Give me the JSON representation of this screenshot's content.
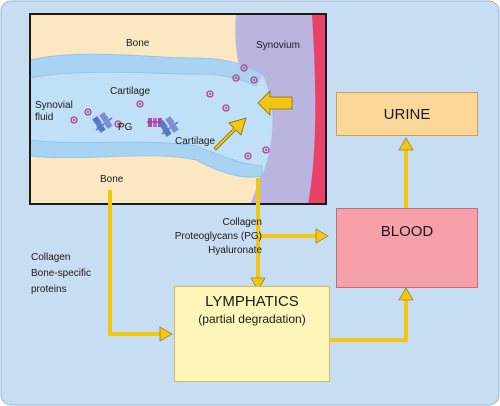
{
  "joint": {
    "bone_top": "Bone",
    "bone_bottom": "Bone",
    "synovium": "Synovium",
    "cartilage_top": "Cartilage",
    "cartilage_bottom": "Cartilage",
    "synovial_fluid_line1": "Synovial",
    "synovial_fluid_line2": "fluid",
    "pg": "PG"
  },
  "flows": {
    "bone_to_lymph_line1": "Collagen",
    "bone_to_lymph_line2": "Bone-specific",
    "bone_to_lymph_line3": "proteins",
    "joint_out_line1": "Collagen",
    "joint_out_line2": "Proteoglycans (PG)",
    "joint_out_line3": "Hyaluronate"
  },
  "boxes": {
    "urine": "URINE",
    "blood": "BLOOD",
    "lymphatics_title": "LYMPHATICS",
    "lymphatics_sub": "(partial degradation)"
  },
  "colors": {
    "background": "#c6ddf2",
    "bone": "#fbe8c2",
    "cartilage": "#bfe0f7",
    "synovium": "#b9b5de",
    "synovium_edge": "#e8416a",
    "urine_box": "#fbd79a",
    "blood_box": "#f5a0ab",
    "lymph_box": "#fdf6b8",
    "arrow": "#f2c613"
  }
}
